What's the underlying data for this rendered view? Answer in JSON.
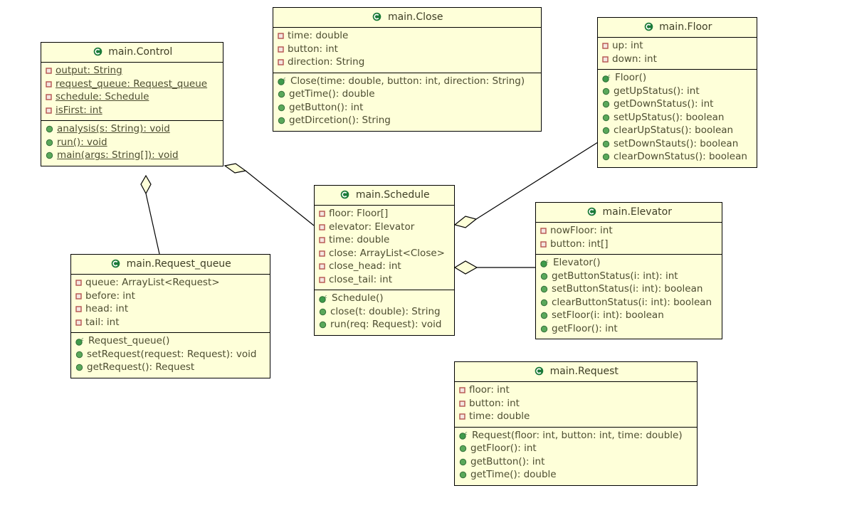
{
  "diagram": {
    "title": "UML Class Diagram",
    "background_color": "#ffffff",
    "class_fill_color": "#feffd9",
    "class_border_color": "#000000",
    "text_color": "#4d4d31",
    "class_icon_color": "#1a7a38",
    "field_icon_color": "#c0504d",
    "method_icon_color": "#4a9a4a"
  },
  "classes": {
    "control": {
      "name": "main.Control",
      "icon": "class-icon",
      "fields": [
        {
          "text": "output: String",
          "icon": "private-field-icon",
          "static": true
        },
        {
          "text": "request_queue: Request_queue",
          "icon": "private-field-icon",
          "static": true
        },
        {
          "text": "schedule: Schedule",
          "icon": "private-field-icon",
          "static": true
        },
        {
          "text": "isFirst: int",
          "icon": "private-field-icon",
          "static": true
        }
      ],
      "methods": [
        {
          "text": "analysis(s: String): void",
          "icon": "public-method-icon",
          "static": true
        },
        {
          "text": "run(): void",
          "icon": "public-method-icon",
          "static": true
        },
        {
          "text": "main(args: String[]): void",
          "icon": "public-method-icon",
          "static": true
        }
      ]
    },
    "close": {
      "name": "main.Close",
      "icon": "class-icon",
      "fields": [
        {
          "text": "time: double",
          "icon": "private-field-icon",
          "static": false
        },
        {
          "text": "button: int",
          "icon": "private-field-icon",
          "static": false
        },
        {
          "text": "direction: String",
          "icon": "private-field-icon",
          "static": false
        }
      ],
      "methods": [
        {
          "text": "Close(time: double, button: int, direction: String)",
          "icon": "constructor-icon",
          "static": false
        },
        {
          "text": "getTime(): double",
          "icon": "public-method-icon",
          "static": false
        },
        {
          "text": "getButton(): int",
          "icon": "public-method-icon",
          "static": false
        },
        {
          "text": "getDircetion(): String",
          "icon": "public-method-icon",
          "static": false
        }
      ]
    },
    "floor": {
      "name": "main.Floor",
      "icon": "class-icon",
      "fields": [
        {
          "text": "up: int",
          "icon": "private-field-icon",
          "static": false
        },
        {
          "text": "down: int",
          "icon": "private-field-icon",
          "static": false
        }
      ],
      "methods": [
        {
          "text": "Floor()",
          "icon": "constructor-icon",
          "static": false
        },
        {
          "text": "getUpStatus(): int",
          "icon": "public-method-icon",
          "static": false
        },
        {
          "text": "getDownStatus(): int",
          "icon": "public-method-icon",
          "static": false
        },
        {
          "text": "setUpStatus(): boolean",
          "icon": "public-method-icon",
          "static": false
        },
        {
          "text": "clearUpStatus(): boolean",
          "icon": "public-method-icon",
          "static": false
        },
        {
          "text": "setDownStauts(): boolean",
          "icon": "public-method-icon",
          "static": false
        },
        {
          "text": "clearDownStatus(): boolean",
          "icon": "public-method-icon",
          "static": false
        }
      ]
    },
    "schedule": {
      "name": "main.Schedule",
      "icon": "class-icon",
      "fields": [
        {
          "text": "floor: Floor[]",
          "icon": "private-field-icon",
          "static": false
        },
        {
          "text": "elevator: Elevator",
          "icon": "private-field-icon",
          "static": false
        },
        {
          "text": "time: double",
          "icon": "private-field-icon",
          "static": false
        },
        {
          "text": "close: ArrayList<Close>",
          "icon": "private-field-icon",
          "static": false
        },
        {
          "text": "close_head: int",
          "icon": "private-field-icon",
          "static": false
        },
        {
          "text": "close_tail: int",
          "icon": "private-field-icon",
          "static": false
        }
      ],
      "methods": [
        {
          "text": "Schedule()",
          "icon": "constructor-icon",
          "static": false
        },
        {
          "text": "close(t: double): String",
          "icon": "public-method-icon",
          "static": false
        },
        {
          "text": "run(req: Request): void",
          "icon": "public-method-icon",
          "static": false
        }
      ]
    },
    "elevator": {
      "name": "main.Elevator",
      "icon": "class-icon",
      "fields": [
        {
          "text": "nowFloor: int",
          "icon": "private-field-icon",
          "static": false
        },
        {
          "text": "button: int[]",
          "icon": "private-field-icon",
          "static": false
        }
      ],
      "methods": [
        {
          "text": "Elevator()",
          "icon": "constructor-icon",
          "static": false
        },
        {
          "text": "getButtonStatus(i: int): int",
          "icon": "public-method-icon",
          "static": false
        },
        {
          "text": "setButtonStatus(i: int): boolean",
          "icon": "public-method-icon",
          "static": false
        },
        {
          "text": "clearButtonStatus(i: int): boolean",
          "icon": "public-method-icon",
          "static": false
        },
        {
          "text": "setFloor(i: int): boolean",
          "icon": "public-method-icon",
          "static": false
        },
        {
          "text": "getFloor(): int",
          "icon": "public-method-icon",
          "static": false
        }
      ]
    },
    "request_queue": {
      "name": "main.Request_queue",
      "icon": "class-icon",
      "fields": [
        {
          "text": "queue: ArrayList<Request>",
          "icon": "private-field-icon",
          "static": false
        },
        {
          "text": "before: int",
          "icon": "private-field-icon",
          "static": false
        },
        {
          "text": "head: int",
          "icon": "private-field-icon",
          "static": false
        },
        {
          "text": "tail: int",
          "icon": "private-field-icon",
          "static": false
        }
      ],
      "methods": [
        {
          "text": "Request_queue()",
          "icon": "constructor-icon",
          "static": false
        },
        {
          "text": "setRequest(request: Request): void",
          "icon": "public-method-icon",
          "static": false
        },
        {
          "text": "getRequest(): Request",
          "icon": "public-method-icon",
          "static": false
        }
      ]
    },
    "request": {
      "name": "main.Request",
      "icon": "class-icon",
      "fields": [
        {
          "text": "floor: int",
          "icon": "private-field-icon",
          "static": false
        },
        {
          "text": "button: int",
          "icon": "private-field-icon",
          "static": false
        },
        {
          "text": "time: double",
          "icon": "private-field-icon",
          "static": false
        }
      ],
      "methods": [
        {
          "text": "Request(floor: int, button: int, time: double)",
          "icon": "constructor-icon",
          "static": false
        },
        {
          "text": "getFloor(): int",
          "icon": "public-method-icon",
          "static": false
        },
        {
          "text": "getButton(): int",
          "icon": "public-method-icon",
          "static": false
        },
        {
          "text": "getTime(): double",
          "icon": "public-method-icon",
          "static": false
        }
      ]
    }
  },
  "relationships": [
    {
      "name": "control-to-request-queue",
      "type": "aggregation",
      "from": "main.Control",
      "to": "main.Request_queue"
    },
    {
      "name": "control-to-schedule",
      "type": "aggregation",
      "from": "main.Control",
      "to": "main.Schedule"
    },
    {
      "name": "schedule-to-floor",
      "type": "aggregation",
      "from": "main.Schedule",
      "to": "main.Floor"
    },
    {
      "name": "schedule-to-elevator",
      "type": "aggregation",
      "from": "main.Schedule",
      "to": "main.Elevator"
    }
  ]
}
